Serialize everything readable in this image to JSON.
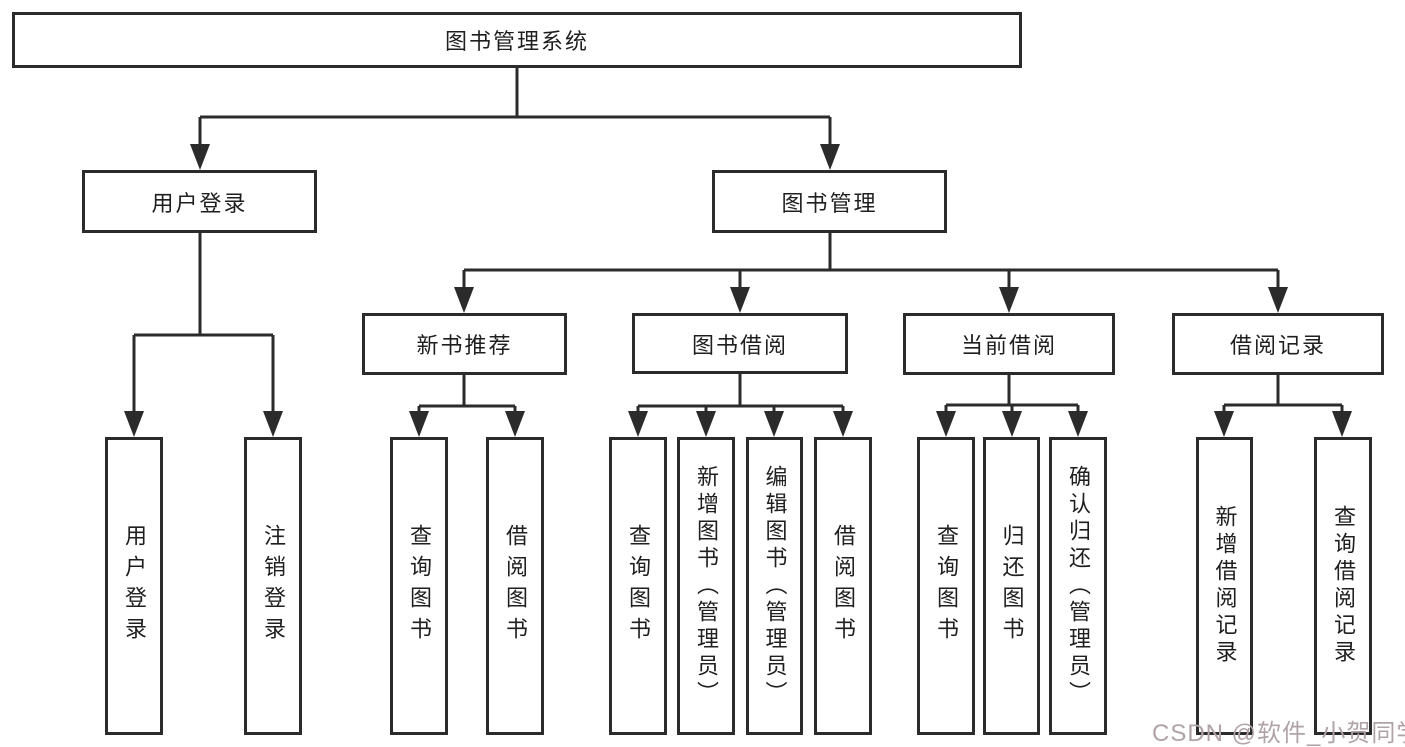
{
  "diagram_title": "图书管理系统",
  "nodes": {
    "root": {
      "label": "图书管理系统"
    },
    "level1": [
      {
        "label": "用户登录"
      },
      {
        "label": "图书管理"
      }
    ],
    "level2": [
      {
        "label": "新书推荐"
      },
      {
        "label": "图书借阅"
      },
      {
        "label": "当前借阅"
      },
      {
        "label": "借阅记录"
      }
    ],
    "leaves": [
      {
        "label": "用户登录"
      },
      {
        "label": "注销登录"
      },
      {
        "label": "查询图书"
      },
      {
        "label": "借阅图书"
      },
      {
        "label": "查询图书"
      },
      {
        "label": "新增图书（管理员）"
      },
      {
        "label": "编辑图书（管理员）"
      },
      {
        "label": "借阅图书"
      },
      {
        "label": "查询图书"
      },
      {
        "label": "归还图书"
      },
      {
        "label": "确认归还（管理员）"
      },
      {
        "label": "新增借阅记录"
      },
      {
        "label": "查询借阅记录"
      }
    ]
  },
  "watermark": "CSDN @软件_小贺同学",
  "colors": {
    "line": "#2b2b2b",
    "text": "#1f1f1f",
    "watermark": "#b0a3a7",
    "background": "#ffffff"
  }
}
